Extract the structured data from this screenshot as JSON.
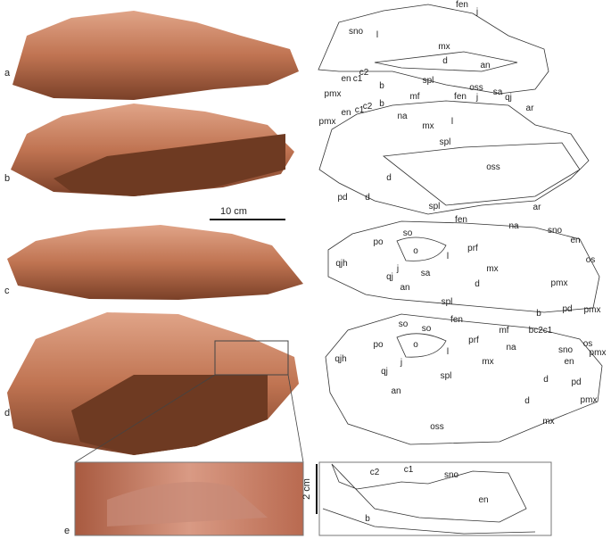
{
  "panel_letters": [
    "a",
    "b",
    "c",
    "d",
    "e"
  ],
  "scale_bars": {
    "main": "10 cm",
    "inset": "2 cm"
  },
  "drawings": {
    "a": [
      "sno",
      "l",
      "fen",
      "j",
      "mx",
      "d",
      "an",
      "spl",
      "oss",
      "sa",
      "qj",
      "ar",
      "pmx",
      "en",
      "c1",
      "c2",
      "b"
    ],
    "b": [
      "mf",
      "fen",
      "j",
      "na",
      "mx",
      "l",
      "pmx",
      "en",
      "c1",
      "c2",
      "b",
      "spl",
      "oss",
      "d",
      "pd",
      "d",
      "spl",
      "ar"
    ],
    "c": [
      "fen",
      "na",
      "sno",
      "so",
      "po",
      "en",
      "o",
      "prf",
      "l",
      "os",
      "qjh",
      "mx",
      "j",
      "sa",
      "qj",
      "d",
      "pmx",
      "an",
      "spl",
      "pd",
      "pmx",
      "b"
    ],
    "d": [
      "fen",
      "so",
      "so",
      "mf",
      "bc2c1",
      "os",
      "po",
      "o",
      "prf",
      "na",
      "sno",
      "pmx",
      "l",
      "mx",
      "en",
      "qjh",
      "j",
      "qj",
      "spl",
      "d",
      "pd",
      "an",
      "pmx",
      "d",
      "mx",
      "oss"
    ],
    "e": [
      "c2",
      "c1",
      "sno",
      "en",
      "b"
    ]
  },
  "colors": {
    "photo_light": "#d9957a",
    "photo_mid": "#b9684a",
    "photo_dark": "#6e3a22",
    "line": "#333333"
  }
}
